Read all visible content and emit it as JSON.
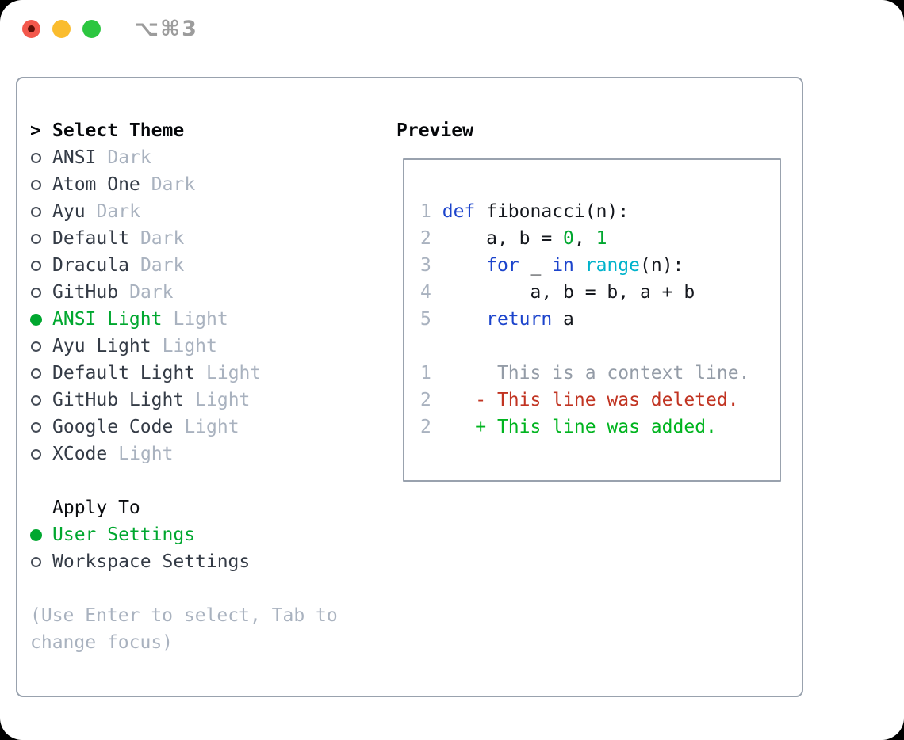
{
  "window": {
    "title": "⌥⌘3",
    "traffic_lights": [
      "close",
      "minimize",
      "zoom"
    ]
  },
  "colors": {
    "accent_green": "#00a72f",
    "keyword_blue": "#1c44cc",
    "builtin_cyan": "#00b2cb",
    "deleted_red": "#c13422",
    "added_green": "#00b41f",
    "muted_gray": "#a9b2bf",
    "border_gray": "#99a2ae"
  },
  "picker": {
    "prompt": ">",
    "title": "Select Theme",
    "themes": [
      {
        "name": "ANSI",
        "tag": "Dark",
        "selected": false
      },
      {
        "name": "Atom One",
        "tag": "Dark",
        "selected": false
      },
      {
        "name": "Ayu",
        "tag": "Dark",
        "selected": false
      },
      {
        "name": "Default",
        "tag": "Dark",
        "selected": false
      },
      {
        "name": "Dracula",
        "tag": "Dark",
        "selected": false
      },
      {
        "name": "GitHub",
        "tag": "Dark",
        "selected": false
      },
      {
        "name": "ANSI Light",
        "tag": "Light",
        "selected": true
      },
      {
        "name": "Ayu Light",
        "tag": "Light",
        "selected": false
      },
      {
        "name": "Default Light",
        "tag": "Light",
        "selected": false
      },
      {
        "name": "GitHub Light",
        "tag": "Light",
        "selected": false
      },
      {
        "name": "Google Code",
        "tag": "Light",
        "selected": false
      },
      {
        "name": "XCode",
        "tag": "Light",
        "selected": false
      }
    ],
    "apply_to": {
      "label": "Apply To",
      "options": [
        {
          "name": "User Settings",
          "selected": true
        },
        {
          "name": "Workspace Settings",
          "selected": false
        }
      ]
    },
    "hint_lines": [
      "(Use Enter to select, Tab to",
      "change focus)"
    ]
  },
  "preview": {
    "label": "Preview",
    "lines": [
      {
        "num": "1",
        "t": [
          {
            "s": " ",
            "c": "fg"
          },
          {
            "s": "def",
            "c": "kw"
          },
          {
            "s": " fibonacci(n):",
            "c": "fg"
          }
        ]
      },
      {
        "num": "2",
        "t": [
          {
            "s": "     a, b = ",
            "c": "fg"
          },
          {
            "s": "0",
            "c": "lit"
          },
          {
            "s": ", ",
            "c": "fg"
          },
          {
            "s": "1",
            "c": "lit"
          }
        ]
      },
      {
        "num": "3",
        "t": [
          {
            "s": "     ",
            "c": "fg"
          },
          {
            "s": "for",
            "c": "kw"
          },
          {
            "s": " _ ",
            "c": "fg"
          },
          {
            "s": "in",
            "c": "kw"
          },
          {
            "s": " ",
            "c": "fg"
          },
          {
            "s": "range",
            "c": "bi"
          },
          {
            "s": "(n):",
            "c": "fg"
          }
        ]
      },
      {
        "num": "4",
        "t": [
          {
            "s": "         a, b = b, a + b",
            "c": "fg"
          }
        ]
      },
      {
        "num": "5",
        "t": [
          {
            "s": "     ",
            "c": "fg"
          },
          {
            "s": "return",
            "c": "kw"
          },
          {
            "s": " a",
            "c": "fg"
          }
        ]
      },
      {
        "num": "",
        "t": []
      },
      {
        "num": "1",
        "t": [
          {
            "s": "      This is a context line.",
            "c": "ctx"
          }
        ]
      },
      {
        "num": "2",
        "t": [
          {
            "s": "    ",
            "c": "fg"
          },
          {
            "s": "- This line was deleted.",
            "c": "del"
          }
        ]
      },
      {
        "num": "2",
        "t": [
          {
            "s": "    ",
            "c": "fg"
          },
          {
            "s": "+ This line was added.",
            "c": "add"
          }
        ]
      }
    ]
  }
}
